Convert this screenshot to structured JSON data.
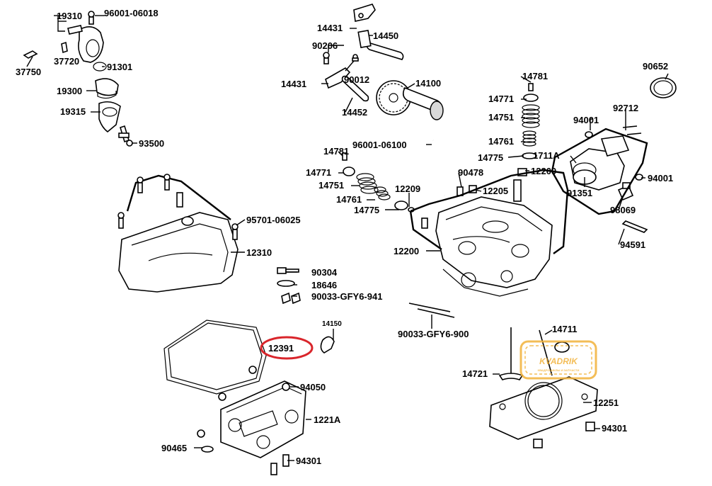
{
  "diagram": {
    "highlight_color": "#d9252b",
    "watermark_color": "#f2b23a",
    "labels": [
      {
        "id": "p19310",
        "text": "19310"
      },
      {
        "id": "p96001_06018",
        "text": "96001-06018"
      },
      {
        "id": "p37720",
        "text": "37720"
      },
      {
        "id": "p37750",
        "text": "37750"
      },
      {
        "id": "p91301",
        "text": "91301"
      },
      {
        "id": "p19300",
        "text": "19300"
      },
      {
        "id": "p19315",
        "text": "19315"
      },
      {
        "id": "p93500",
        "text": "93500"
      },
      {
        "id": "p14431a",
        "text": "14431"
      },
      {
        "id": "p90206",
        "text": "90206"
      },
      {
        "id": "p14450",
        "text": "14450"
      },
      {
        "id": "p14431b",
        "text": "14431"
      },
      {
        "id": "p90012",
        "text": "90012"
      },
      {
        "id": "p14100",
        "text": "14100"
      },
      {
        "id": "p14452",
        "text": "14452"
      },
      {
        "id": "p14781a",
        "text": "14781"
      },
      {
        "id": "p14771a",
        "text": "14771"
      },
      {
        "id": "p14751a",
        "text": "14751"
      },
      {
        "id": "p14761a",
        "text": "14761"
      },
      {
        "id": "p14775a",
        "text": "14775"
      },
      {
        "id": "p1711A",
        "text": "1711A"
      },
      {
        "id": "p90652",
        "text": "90652"
      },
      {
        "id": "p94001a",
        "text": "94001"
      },
      {
        "id": "p92712",
        "text": "92712"
      },
      {
        "id": "p94001b",
        "text": "94001"
      },
      {
        "id": "p91351",
        "text": "91351"
      },
      {
        "id": "p98069",
        "text": "98069"
      },
      {
        "id": "p94591",
        "text": "94591"
      },
      {
        "id": "p96001_06100",
        "text": "96001-06100"
      },
      {
        "id": "p14781b",
        "text": "14781"
      },
      {
        "id": "p14771b",
        "text": "14771"
      },
      {
        "id": "p14751b",
        "text": "14751"
      },
      {
        "id": "p14761b",
        "text": "14761"
      },
      {
        "id": "p14775b",
        "text": "14775"
      },
      {
        "id": "p12209a",
        "text": "12209"
      },
      {
        "id": "p90478",
        "text": "90478"
      },
      {
        "id": "p12209b",
        "text": "12209"
      },
      {
        "id": "p12205",
        "text": "12205"
      },
      {
        "id": "p12200",
        "text": "12200"
      },
      {
        "id": "p95701_06025",
        "text": "95701-06025"
      },
      {
        "id": "p12310",
        "text": "12310"
      },
      {
        "id": "p90304",
        "text": "90304"
      },
      {
        "id": "p18646",
        "text": "18646"
      },
      {
        "id": "p90033_941",
        "text": "90033-GFY6-941"
      },
      {
        "id": "p90033_900",
        "text": "90033-GFY6-900"
      },
      {
        "id": "p14150",
        "text": "14150"
      },
      {
        "id": "p12391",
        "text": "12391"
      },
      {
        "id": "p94050",
        "text": "94050"
      },
      {
        "id": "p1221A",
        "text": "1221A"
      },
      {
        "id": "p90465",
        "text": "90465"
      },
      {
        "id": "p94301a",
        "text": "94301"
      },
      {
        "id": "p14711",
        "text": "14711"
      },
      {
        "id": "p14721",
        "text": "14721"
      },
      {
        "id": "p12251",
        "text": "12251"
      },
      {
        "id": "p94301b",
        "text": "94301"
      }
    ],
    "watermark": {
      "brand": "KVADRIK",
      "tagline": "КВАДРОЦИКЛЫ И ЗАПЧАСТИ"
    }
  }
}
